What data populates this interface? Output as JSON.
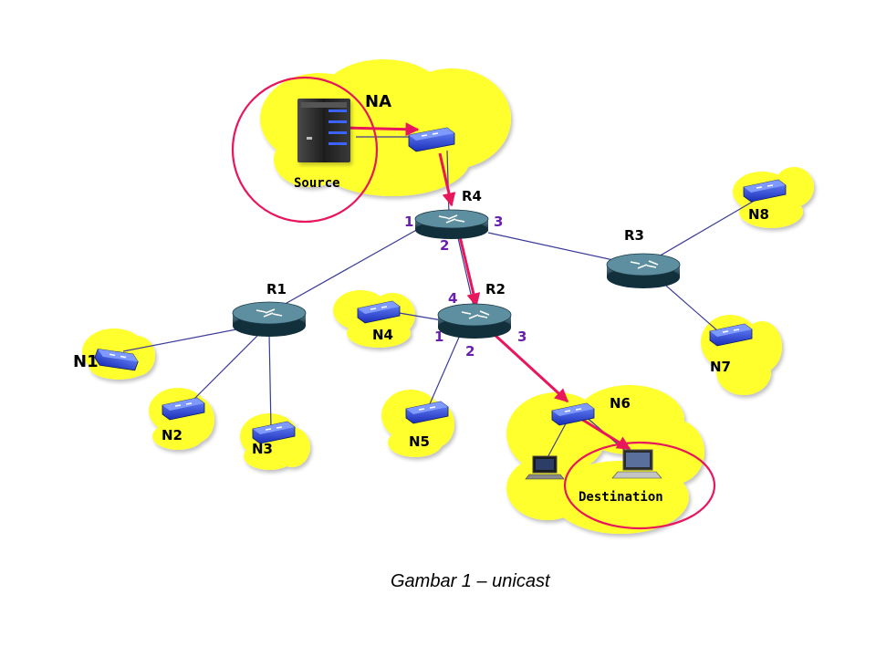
{
  "networks": {
    "na": "NA",
    "n1": "N1",
    "n2": "N2",
    "n3": "N3",
    "n4": "N4",
    "n5": "N5",
    "n6": "N6",
    "n7": "N7",
    "n8": "N8"
  },
  "routers": {
    "r1": "R1",
    "r2": "R2",
    "r3": "R3",
    "r4": "R4"
  },
  "ports": {
    "r4_1": "1",
    "r4_2": "2",
    "r4_3": "3",
    "r2_1": "1",
    "r2_2": "2",
    "r2_3": "3",
    "r2_4": "4"
  },
  "hosts": {
    "source": "Source",
    "destination": "Destination"
  },
  "caption": "Gambar 1 – unicast",
  "colors": {
    "cloud": "#ffff2e",
    "unicast_path": "#e8165a",
    "link": "#3b3b9a",
    "port_label": "#6a1fb0",
    "highlight_circle": "#e8165a"
  }
}
